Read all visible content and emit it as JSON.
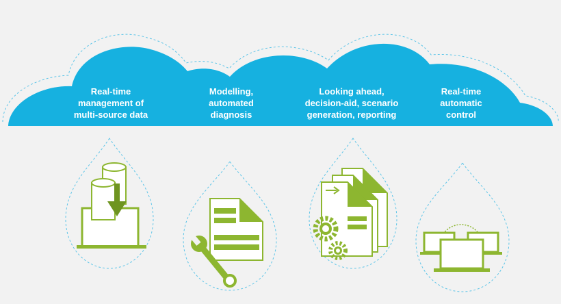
{
  "colors": {
    "background": "#f2f2f2",
    "cloud_fill": "#16b1e0",
    "dash_outline": "#5ec5e8",
    "icon_green": "#8db630",
    "icon_green_dark": "#6e9420",
    "icon_white": "#ffffff"
  },
  "cloud": {
    "labels": [
      "Real-time\nmanagement of\nmulti-source data",
      "Modelling,\nautomated\ndiagnosis",
      "Looking ahead,\ndecision-aid, scenario\ngeneration, reporting",
      "Real-time\nautomatic\ncontrol"
    ]
  },
  "drops": [
    {
      "icon": "database-download-icon"
    },
    {
      "icon": "document-wrench-icon"
    },
    {
      "icon": "documents-gears-icon"
    },
    {
      "icon": "laptops-network-icon"
    }
  ]
}
